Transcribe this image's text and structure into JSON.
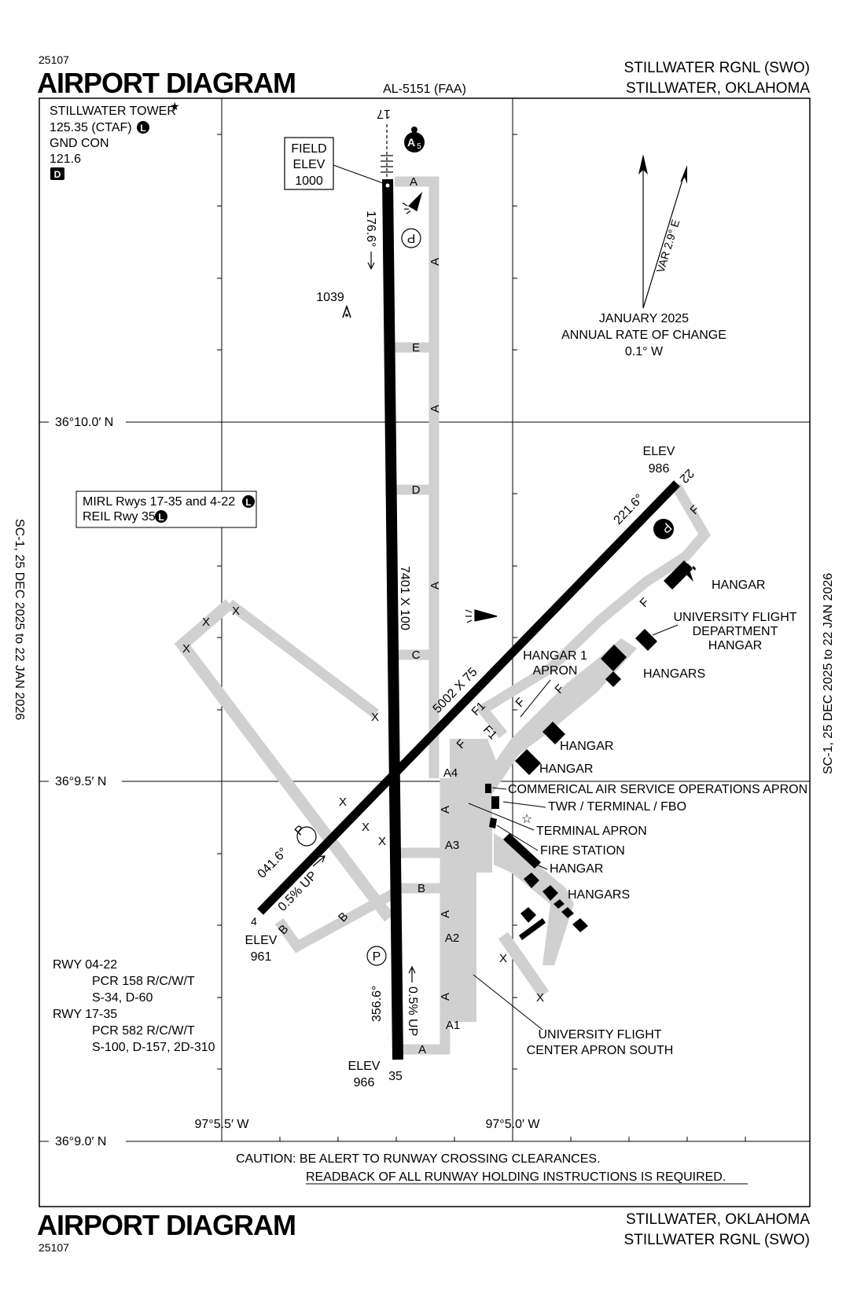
{
  "header": {
    "code": "25107",
    "title": "AIRPORT DIAGRAM",
    "al_number": "AL-5151 (FAA)",
    "airport": "STILLWATER RGNL (SWO)",
    "city": "STILLWATER, OKLAHOMA"
  },
  "footer": {
    "title": "AIRPORT DIAGRAM",
    "code": "25107",
    "city": "STILLWATER, OKLAHOMA",
    "airport": "STILLWATER RGNL (SWO)"
  },
  "side_labels": {
    "left": "SC-1,  25 DEC 2025  to  22 JAN 2026",
    "right": "SC-1,  25 DEC 2025  to  22 JAN 2026"
  },
  "comms": {
    "tower": "STILLWATER TOWER",
    "tower_mark": "★",
    "tower_freq": "125.35 (CTAF)",
    "tower_badge": "L",
    "gnd_label": "GND CON",
    "gnd_freq": "121.6",
    "gnd_badge": "D"
  },
  "field_elev": {
    "line1": "FIELD",
    "line2": "ELEV",
    "value": "1000"
  },
  "magnetic": {
    "var": "VAR 2.9° E",
    "date": "JANUARY 2025",
    "rate_label": "ANNUAL RATE OF CHANGE",
    "rate": "0.1° W"
  },
  "coordinates": {
    "lat1": "36°10.0′ N",
    "lat2": "36°9.5′ N",
    "lat3": "36°9.0′ N",
    "lon1": "97°5.5′ W",
    "lon2": "97°5.0′ W"
  },
  "lighting": {
    "line1": "MIRL Rwys 17-35 and 4-22",
    "line2": "REIL Rwy 35",
    "badge": "L"
  },
  "runways": {
    "r17": "17",
    "r35": "35",
    "r4": "4",
    "r22": "22",
    "hdg_176": "176.6°",
    "hdg_356": "356.6°",
    "hdg_041": "041.6°",
    "hdg_221": "221.6°",
    "dim_17_35": "7401 X 100",
    "dim_4_22": "5002 X 75",
    "grad_35": "0.5% UP",
    "grad_4": "0.5% UP",
    "elev_label": "ELEV",
    "elev_22": "986",
    "elev_4": "961",
    "elev_35": "966"
  },
  "obstacle": {
    "height": "1039"
  },
  "symbols": {
    "parking": "P",
    "approach": "A",
    "approach_num": "5"
  },
  "taxiways": {
    "A": "A",
    "A1": "A1",
    "A2": "A2",
    "A3": "A3",
    "A4": "A4",
    "B": "B",
    "C": "C",
    "D": "D",
    "E": "E",
    "F": "F",
    "F1": "F1",
    "X": "X"
  },
  "facilities": {
    "hangar": "HANGAR",
    "hangars": "HANGARS",
    "uni_hangar_1": "UNIVERSITY FLIGHT",
    "uni_hangar_2": "DEPARTMENT",
    "uni_hangar_3": "HANGAR",
    "hangar1_1": "HANGAR 1",
    "hangar1_2": "APRON",
    "commercial_apron": "COMMERICAL AIR SERVICE OPERATIONS APRON",
    "twr": "TWR / TERMINAL / FBO",
    "terminal_apron": "TERMINAL APRON",
    "fire_station": "FIRE STATION",
    "uni_south_1": "UNIVERSITY FLIGHT",
    "uni_south_2": "CENTER APRON SOUTH"
  },
  "pcr": {
    "rwy0422": "RWY 04-22",
    "rwy0422_pcr": "PCR 158 R/C/W/T",
    "rwy0422_wt": "S-34, D-60",
    "rwy1735": "RWY 17-35",
    "rwy1735_pcr": "PCR 582 R/C/W/T",
    "rwy1735_wt": "S-100, D-157, 2D-310"
  },
  "caution": {
    "line1": "CAUTION: BE ALERT TO RUNWAY CROSSING CLEARANCES.",
    "line2": "READBACK OF ALL RUNWAY HOLDING INSTRUCTIONS IS REQUIRED."
  },
  "colors": {
    "pavement": "#d0d0d0",
    "runway": "#000000"
  }
}
